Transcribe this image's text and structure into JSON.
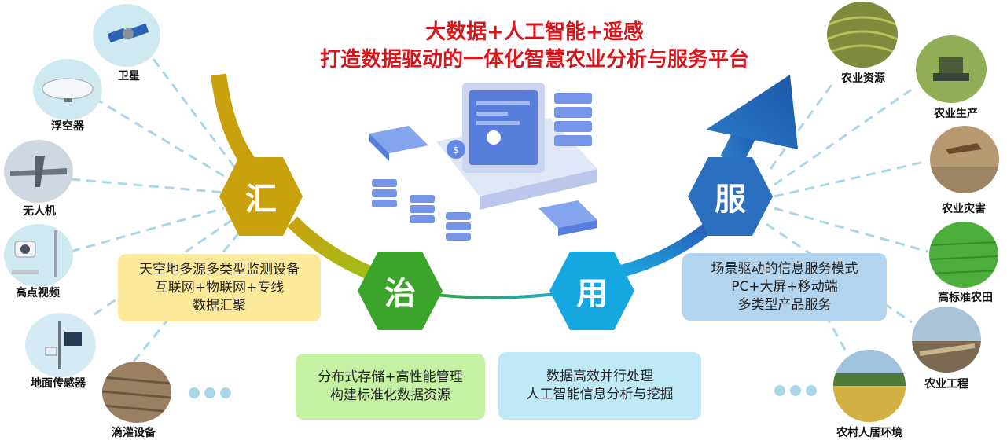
{
  "title": {
    "line1": "大数据+人工智能+遥感",
    "line2": "打造数据驱动的一体化智慧农业分析与服务平台"
  },
  "sources": [
    {
      "label": "卫星",
      "icon": "satellite-icon"
    },
    {
      "label": "浮空器",
      "icon": "airship-icon"
    },
    {
      "label": "无人机",
      "icon": "drone-icon"
    },
    {
      "label": "高点视频",
      "icon": "camera-tower-icon"
    },
    {
      "label": "地面传感器",
      "icon": "ground-sensor-icon"
    },
    {
      "label": "滴灌设备",
      "icon": "drip-irrigation-icon"
    }
  ],
  "stages": [
    {
      "char": "汇",
      "color": "#c9a10d"
    },
    {
      "char": "治",
      "color": "#3aa52a"
    },
    {
      "char": "用",
      "color": "#14a7e0"
    },
    {
      "char": "服",
      "color": "#2a6fc0"
    }
  ],
  "boxes": {
    "collect": [
      "天空地多源多类型监测设备",
      "互联网+物联网+专线",
      "数据汇聚"
    ],
    "govern": [
      "分布式存储+高性能管理",
      "构建标准化数据资源"
    ],
    "use": [
      "数据高效并行处理",
      "人工智能信息分析与挖掘"
    ],
    "serve": [
      "场景驱动的信息服务模式",
      "PC+大屏+移动端",
      "多类型产品服务"
    ]
  },
  "targets": [
    {
      "label": "农业资源",
      "icon": "terraced-field-icon"
    },
    {
      "label": "农业生产",
      "icon": "harvester-icon"
    },
    {
      "label": "农业灾害",
      "icon": "locust-icon"
    },
    {
      "label": "高标准农田",
      "icon": "green-field-icon"
    },
    {
      "label": "农业工程",
      "icon": "irrigation-canal-icon"
    },
    {
      "label": "农村人居环境",
      "icon": "village-icon"
    }
  ],
  "colors": {
    "title": "#d8161b",
    "collect_box": "#fde99a",
    "govern_box": "#c4f1a2",
    "use_box": "#bfe9f6",
    "serve_box": "#b3d4ee",
    "dashed_line": "#a9d7e8"
  }
}
